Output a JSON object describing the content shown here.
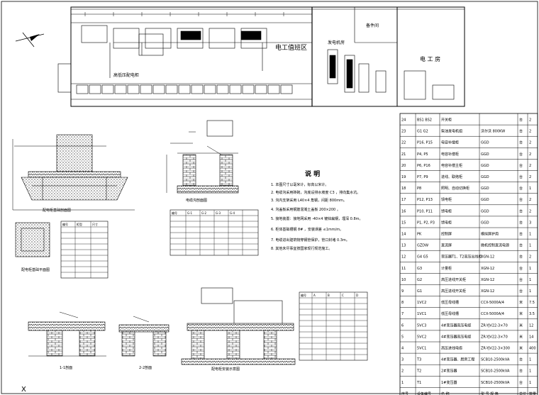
{
  "plan": {
    "room_electrician_duty": "电工值班区",
    "room_generator": "发电机房",
    "room_electrician": "电 工 房",
    "room_store": "备件间",
    "label_cabinet_row": "高低压配电柜"
  },
  "notes": {
    "title": "说  明",
    "items": [
      "1. 本图尺寸以毫米计，标高以米计。",
      "2. 电缆沟采用砖砌，沟底设排水坡度 C3 ，排向集水坑。",
      "3. 沟内支架采用 L40×4 角钢，间距 800mm。",
      "4. 沟盖板采用钢筋混凝土盖板 200×200 。",
      "5. 接地装置：接地网采用 -40×4 镀锌扁钢，埋深 0.8m。",
      "6. 柜体基础槽钢 8# ，安装误差 ≤1mm/m。",
      "7. 电缆进出建筑物穿钢管保护，管口封堵 0.3m。",
      "8. 其他未尽事宜按国家现行规范施工。"
    ]
  },
  "detail_labels": {
    "foundation_a": "配电柜基础剖面图",
    "foundation_b": "配电柜基础平面图",
    "trench_a": "电缆沟剖面图",
    "trench_b": "配电柜安装示意图",
    "section_1": "1-1剖面",
    "section_2": "2-2剖面"
  },
  "equipment_table": {
    "headers": [
      "序号",
      "设备编号",
      "名  称",
      "型 号 规 格",
      "单位",
      "数量"
    ],
    "rows": [
      [
        "24",
        "BS1 BS2",
        "开关柜",
        "",
        "台",
        "2"
      ],
      [
        "23",
        "G1 G2",
        "柴油发电机组",
        "沃尔沃 800KW",
        "台",
        "2"
      ],
      [
        "22",
        "P16, P15",
        "电容补偿柜",
        "GGD",
        "台",
        "2"
      ],
      [
        "21",
        "P4, P5",
        "电容补偿柜",
        "GGD",
        "台",
        "2"
      ],
      [
        "20",
        "P6, P16",
        "电容补偿主柜",
        "GGD",
        "台",
        "2"
      ],
      [
        "19",
        "P7, P9",
        "进线、联络柜",
        "GGD",
        "台",
        "2"
      ],
      [
        "18",
        "P8",
        "照明、自动切换柜",
        "GGD",
        "台",
        "1"
      ],
      [
        "17",
        "P12, P13",
        "馈电柜",
        "GGD",
        "台",
        "2"
      ],
      [
        "16",
        "P10, P11",
        "馈电柜",
        "GGD",
        "台",
        "2"
      ],
      [
        "15",
        "P1, P2, P3",
        "馈电柜",
        "GGD",
        "台",
        "3"
      ],
      [
        "14",
        "PK",
        "控制屏",
        "模拟屏护用",
        "台",
        "1"
      ],
      [
        "13",
        "GZDW",
        "直流屏",
        "微机控制直流电源",
        "台",
        "1"
      ],
      [
        "12",
        "G4 G5",
        "变压器T1、T2高压出线柜",
        "XGN-12",
        "台",
        "2"
      ],
      [
        "11",
        "G3",
        "计量柜",
        "XGN-12",
        "台",
        "1"
      ],
      [
        "10",
        "G2",
        "高压进线开关柜",
        "XGN-12",
        "台",
        "1"
      ],
      [
        "9",
        "G1",
        "高压进线开关柜",
        "XGN-12",
        "台",
        "1"
      ],
      [
        "8",
        "1VC2",
        "低压母线槽",
        "CCX-5000A/4",
        "米",
        "7.5"
      ],
      [
        "7",
        "1VC1",
        "低压母线槽",
        "CCX-5000A/4",
        "米",
        "3.5"
      ],
      [
        "6",
        "5VC3",
        "4#变压器高压电缆",
        "ZR-YJV22-3×70",
        "米",
        "12"
      ],
      [
        "5",
        "5VC2",
        "4#变压器高压电缆",
        "ZR-YJV22-3×70",
        "米",
        "14"
      ],
      [
        "4",
        "5VC1",
        "高压进线电缆",
        "ZR-YJV22-3×300",
        "米",
        "400"
      ],
      [
        "3",
        "T3",
        "4#变压器、厨房工程",
        "SCB10-2500kVA",
        "台",
        "1"
      ],
      [
        "2",
        "T2",
        "2#变压器",
        "SCB10-2500kVA",
        "台",
        "1"
      ],
      [
        "1",
        "T1",
        "1#变压器",
        "SCB10-2500kVA",
        "台",
        "1"
      ]
    ]
  },
  "small_tables": {
    "table_a_headers": [
      "编号",
      "G-1",
      "G-2",
      "G-3",
      "G-4"
    ],
    "table_b_headers": [
      "编号",
      "柜型",
      "尺寸"
    ],
    "table_c_headers": [
      "编号",
      "A",
      "B",
      "C",
      "D"
    ]
  },
  "footer_axis_label": "X"
}
